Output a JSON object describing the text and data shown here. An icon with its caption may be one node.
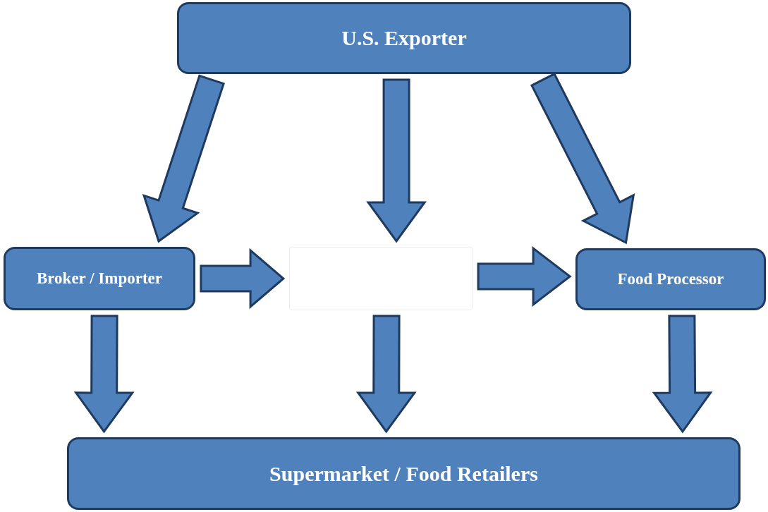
{
  "diagram": {
    "nodes": [
      {
        "text": [
          "U.S. Exporter"
        ]
      },
      {
        "text": [
          "Broker / Importer"
        ]
      },
      {
        "text": [],
        "shape": "box"
      },
      {
        "text": [
          "Food Processor"
        ]
      },
      {
        "text": [
          "Supermarket / Food Retailers"
        ]
      }
    ],
    "edges": [
      {
        "from": 0,
        "to": 1,
        "arrow": "to"
      },
      {
        "from": 0,
        "to": 2,
        "arrow": "to"
      },
      {
        "from": 0,
        "to": 3,
        "arrow": "to"
      },
      {
        "from": 1,
        "to": 2,
        "arrow": "to"
      },
      {
        "from": 2,
        "to": 3,
        "arrow": "to"
      },
      {
        "from": 1,
        "to": 4,
        "arrow": "to"
      },
      {
        "from": 2,
        "to": 4,
        "arrow": "to"
      },
      {
        "from": 3,
        "to": 4,
        "arrow": "to"
      }
    ]
  }
}
